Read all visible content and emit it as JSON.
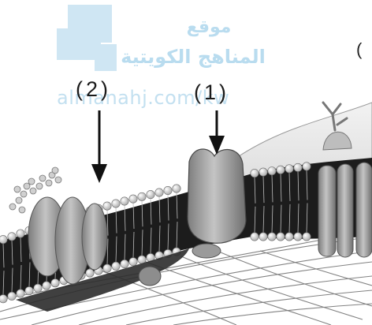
{
  "watermark": {
    "arabic_line1": "موقع",
    "arabic_line2": "المناهج الكويتية",
    "url": "almanahj.com/kw"
  },
  "labels": {
    "protein_1": "(1)",
    "protein_2": "(2)",
    "corner_paren": "("
  },
  "colors": {
    "watermark": "#b9dcef",
    "protein": "#9a9a9a",
    "lipid_head": "#d8d8d8",
    "lipid_tail": "#2a2a2a"
  }
}
